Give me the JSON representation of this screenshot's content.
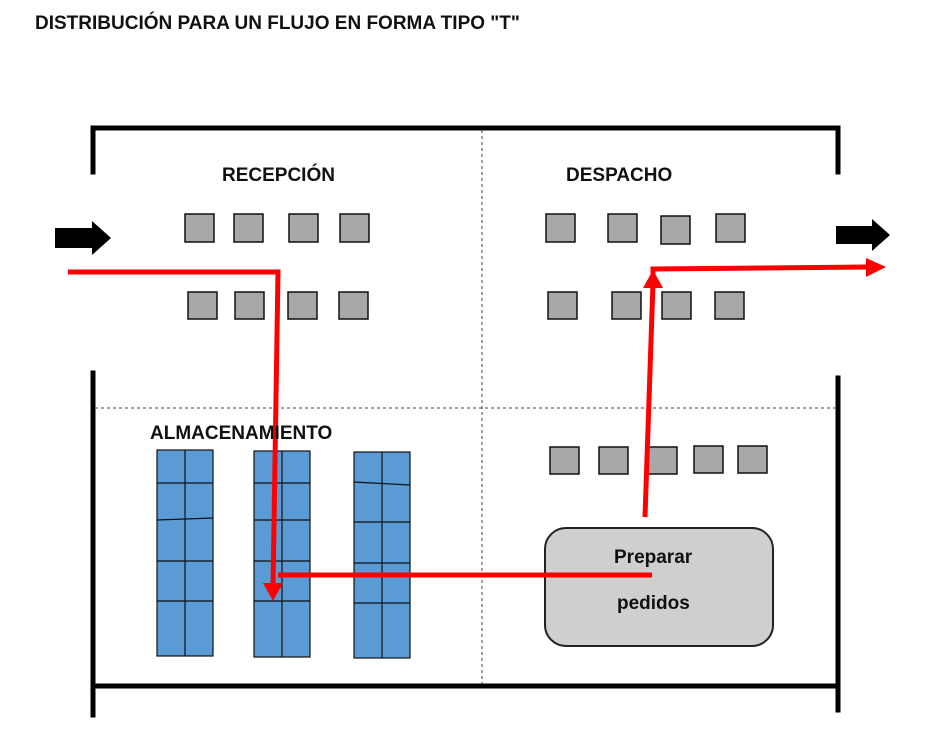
{
  "title": "DISTRIBUCIÓN PARA UN FLUJO EN FORMA TIPO \"T\"",
  "zones": {
    "recepcion": "RECEPCIÓN",
    "despacho": "DESPACHO",
    "almacenamiento": "ALMACENAMIENTO"
  },
  "prep_box": {
    "line1": "Preparar",
    "line2": "pedidos"
  },
  "colors": {
    "flow": "#ff0000",
    "rack": "#5b9bd5",
    "box": "#a9a7a7",
    "prep_fill": "#d0cfcf",
    "wall": "#000000"
  }
}
